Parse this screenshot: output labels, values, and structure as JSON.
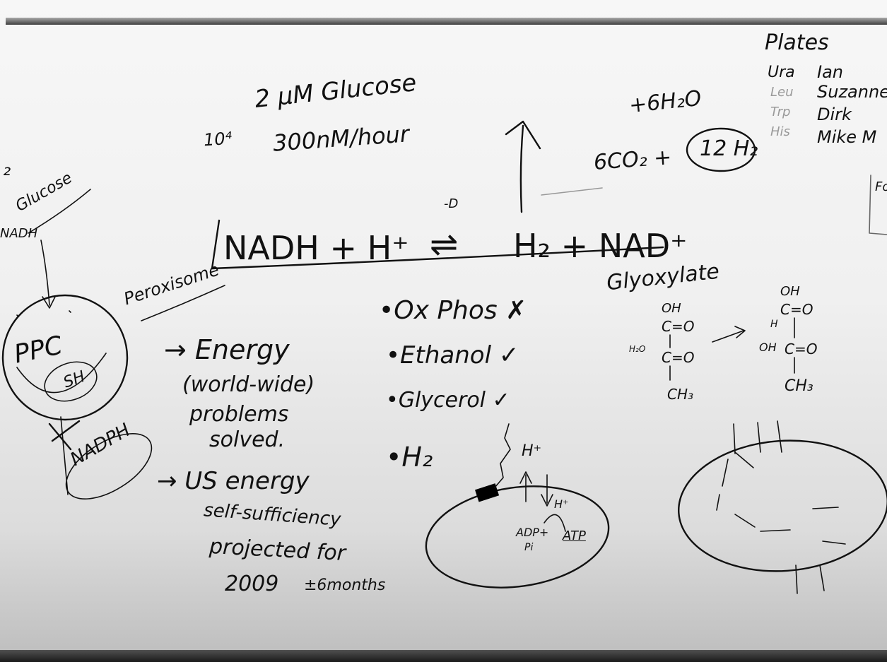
{
  "top": {
    "concentration": "2 μM Glucose",
    "exponent": "10⁴",
    "rate": "300nM/hour"
  },
  "equation": {
    "left": "NADH + H⁺",
    "right": "H₂ + NAD⁺",
    "arrow": "⇌",
    "forward_hint": "-D"
  },
  "products": {
    "water": "+6H₂O",
    "co2": "6CO₂ +",
    "hydrogen": "12 H₂",
    "left_mark": "₂"
  },
  "plates": {
    "title": "Plates",
    "column1": [
      "Ura",
      "Leu",
      "Trp",
      "His"
    ],
    "column2": [
      "Ian",
      "Suzanne",
      "Dirk",
      "Mike M"
    ],
    "side_mark": "Fo"
  },
  "cell_left": {
    "glucose": "Glucose",
    "nadh": "NADH",
    "ppc": "PPC",
    "sh": "SH",
    "peroxisome": "Peroxisome",
    "nadph": "NADPH"
  },
  "energy": {
    "line1": "→ Energy",
    "line2": "(world-wide)",
    "line3": "problems",
    "line4": "solved.",
    "us1": "→ US energy",
    "us2": "self-sufficiency",
    "us3": "projected for",
    "us4": "2009",
    "us5": "±6months"
  },
  "pathways": {
    "items": [
      "•Ox Phos ✗",
      "•Ethanol ✓",
      "•Glycerol ✓",
      "•H₂"
    ]
  },
  "mito": {
    "h_up": "H⁺",
    "h_in": "H⁺",
    "adp": "ADP+",
    "pi": "Pi",
    "atp": "ATP"
  },
  "glyoxylate": {
    "title": "Glyoxylate",
    "left_oh": "OH",
    "left_c1": "C=O",
    "left_c2": "C=O",
    "left_ch3": "CH₃",
    "left_h2o": "H₂O",
    "right_oh": "OH",
    "right_c1": "C=O",
    "right_c2": "C=O",
    "right_ch3": "CH₃",
    "right_h": "H",
    "right_oh2": "OH"
  }
}
